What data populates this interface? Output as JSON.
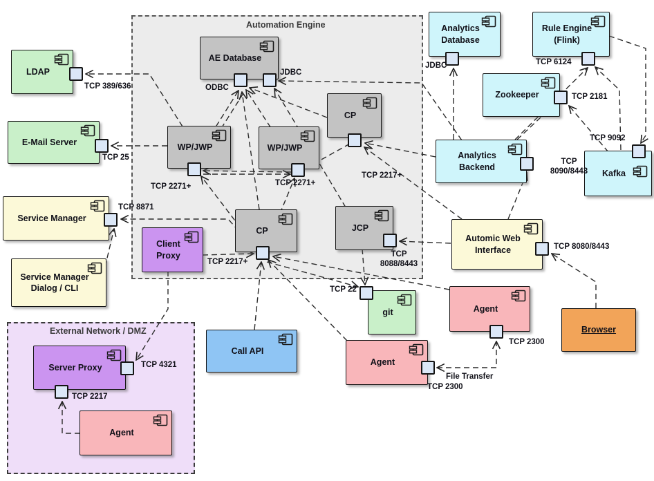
{
  "containers": {
    "ae": {
      "label": "Automation Engine"
    },
    "dmz": {
      "label": "External Network / DMZ"
    }
  },
  "components": {
    "ldap": "LDAP",
    "email_server": "E-Mail Server",
    "service_manager": "Service Manager",
    "sm_dialog_cli": "Service Manager\nDialog / CLI",
    "client_proxy": "Client\nProxy",
    "ae_database": "AE Database",
    "wp_jwp_left": "WP/JWP",
    "wp_jwp_right": "WP/JWP",
    "cp_top": "CP",
    "cp_bottom": "CP",
    "jcp": "JCP",
    "analytics_database": "Analytics\nDatabase",
    "rule_engine": "Rule Engine\n(Flink)",
    "zookeeper": "Zookeeper",
    "analytics_backend": "Analytics Backend",
    "kafka": "Kafka",
    "awi": "Automic Web\nInterface",
    "git": "git",
    "call_api": "Call API",
    "agent_mid": "Agent",
    "agent_right": "Agent",
    "browser": "Browser",
    "server_proxy": "Server Proxy",
    "agent_dmz": "Agent"
  },
  "ports": {
    "ldap": "TCP 389/636",
    "email": "TCP 25",
    "odbc": "ODBC",
    "jdbc": "JDBC",
    "wp_left": "TCP 2271+",
    "wp_right": "TCP 2271+",
    "cp_top": "TCP 2217+",
    "cp_bottom": "TCP 2217+",
    "jcp": "TCP\n8088/8443",
    "service_manager": "TCP 8871",
    "analytics_jdbc": "JDBC",
    "rule_engine": "TCP 6124",
    "zookeeper": "TCP 2181",
    "kafka": "TCP 9092",
    "analytics_backend": "TCP\n8090/8443",
    "awi": "TCP 8080/8443",
    "git": "TCP 22",
    "agent_mid": "TCP 2300",
    "agent_right": "TCP 2300",
    "server_proxy_ext": "TCP 4321",
    "server_proxy_int": "TCP 2217",
    "file_transfer": "File Transfer"
  },
  "palette": {
    "engine_fill": "#ececec",
    "dmz_fill": "#efdef9",
    "process_gray": "#c3c3c3",
    "external_green": "#c9f0c9",
    "analytics_cyan": "#cff5fb",
    "ui_yellow": "#fcf9d8",
    "proxy_purple": "#cb94f0",
    "agent_pink": "#f9b6ba",
    "callapi_blue": "#8fc5f4",
    "browser_orange": "#f2a459",
    "port_fill": "#dbe7f7",
    "line": "#2b2b2b"
  }
}
